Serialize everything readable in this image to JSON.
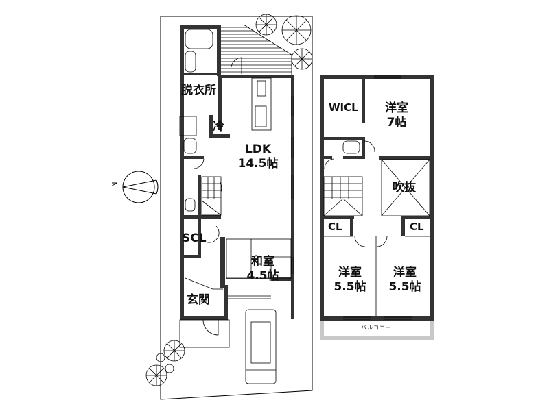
{
  "floor_plan": {
    "first_floor": {
      "rooms": [
        {
          "id": "dressing",
          "label": "脱衣所"
        },
        {
          "id": "fridge",
          "label": "冷"
        },
        {
          "id": "ldk",
          "label": "LDK",
          "size": "14.5帖"
        },
        {
          "id": "scl",
          "label": "SCL"
        },
        {
          "id": "washitsu",
          "label": "和室",
          "size": "4.5帖"
        },
        {
          "id": "entrance",
          "label": "玄関"
        }
      ]
    },
    "second_floor": {
      "rooms": [
        {
          "id": "wicl",
          "label": "WICL"
        },
        {
          "id": "western_7",
          "label": "洋室",
          "size": "7帖"
        },
        {
          "id": "atrium",
          "label": "吹抜"
        },
        {
          "id": "cl_left",
          "label": "CL"
        },
        {
          "id": "cl_right",
          "label": "CL"
        },
        {
          "id": "western_55a",
          "label": "洋室",
          "size": "5.5帖"
        },
        {
          "id": "western_55b",
          "label": "洋室",
          "size": "5.5帖"
        },
        {
          "id": "balcony",
          "label": "バルコニー"
        }
      ]
    },
    "compass": {
      "label": "N"
    },
    "colors": {
      "wall": "#333333",
      "line": "#000000",
      "balcony": "#c8c8c8",
      "background": "#ffffff"
    }
  }
}
